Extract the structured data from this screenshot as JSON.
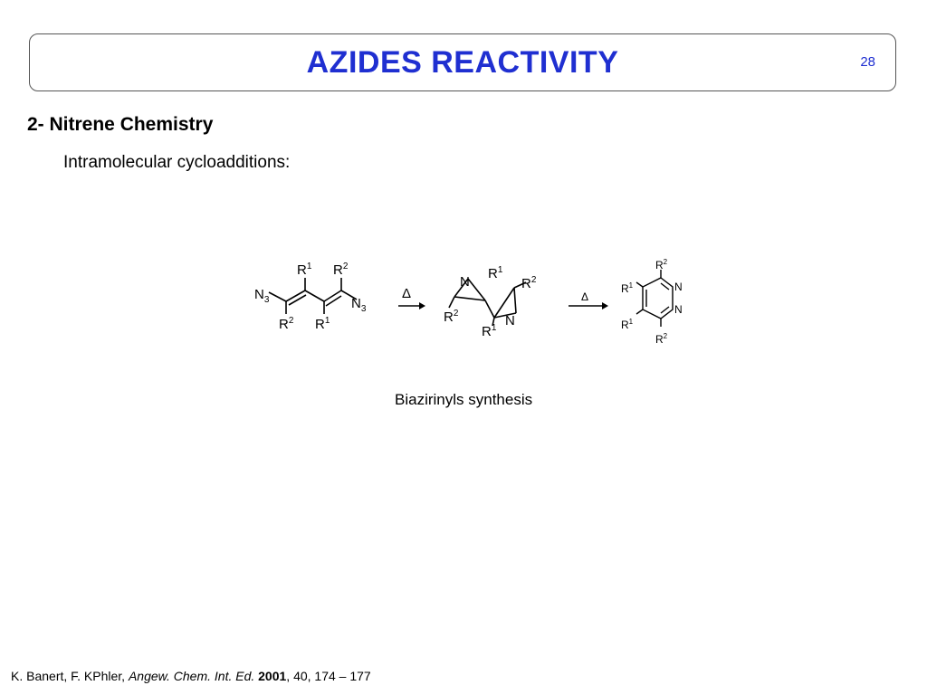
{
  "slide": {
    "title": "AZIDES REACTIVITY",
    "page_number": "28",
    "heading": "2- Nitrene Chemistry",
    "subheading": "Intramolecular cycloadditions:",
    "caption": "Biazirinyls synthesis"
  },
  "scheme": {
    "labels": {
      "n3": "N",
      "n3_sub": "3",
      "r": "R",
      "one": "1",
      "two": "2",
      "n": "N",
      "heat": "Δ"
    }
  },
  "citation": {
    "authors": "K. Banert, F. KPhler, ",
    "journal": "Angew. Chem. Int. Ed.",
    "year": "2001",
    "rest": ", 40, 174 – 177"
  },
  "colors": {
    "title": "#1f2fd1",
    "text": "#000000",
    "border": "#555555"
  }
}
